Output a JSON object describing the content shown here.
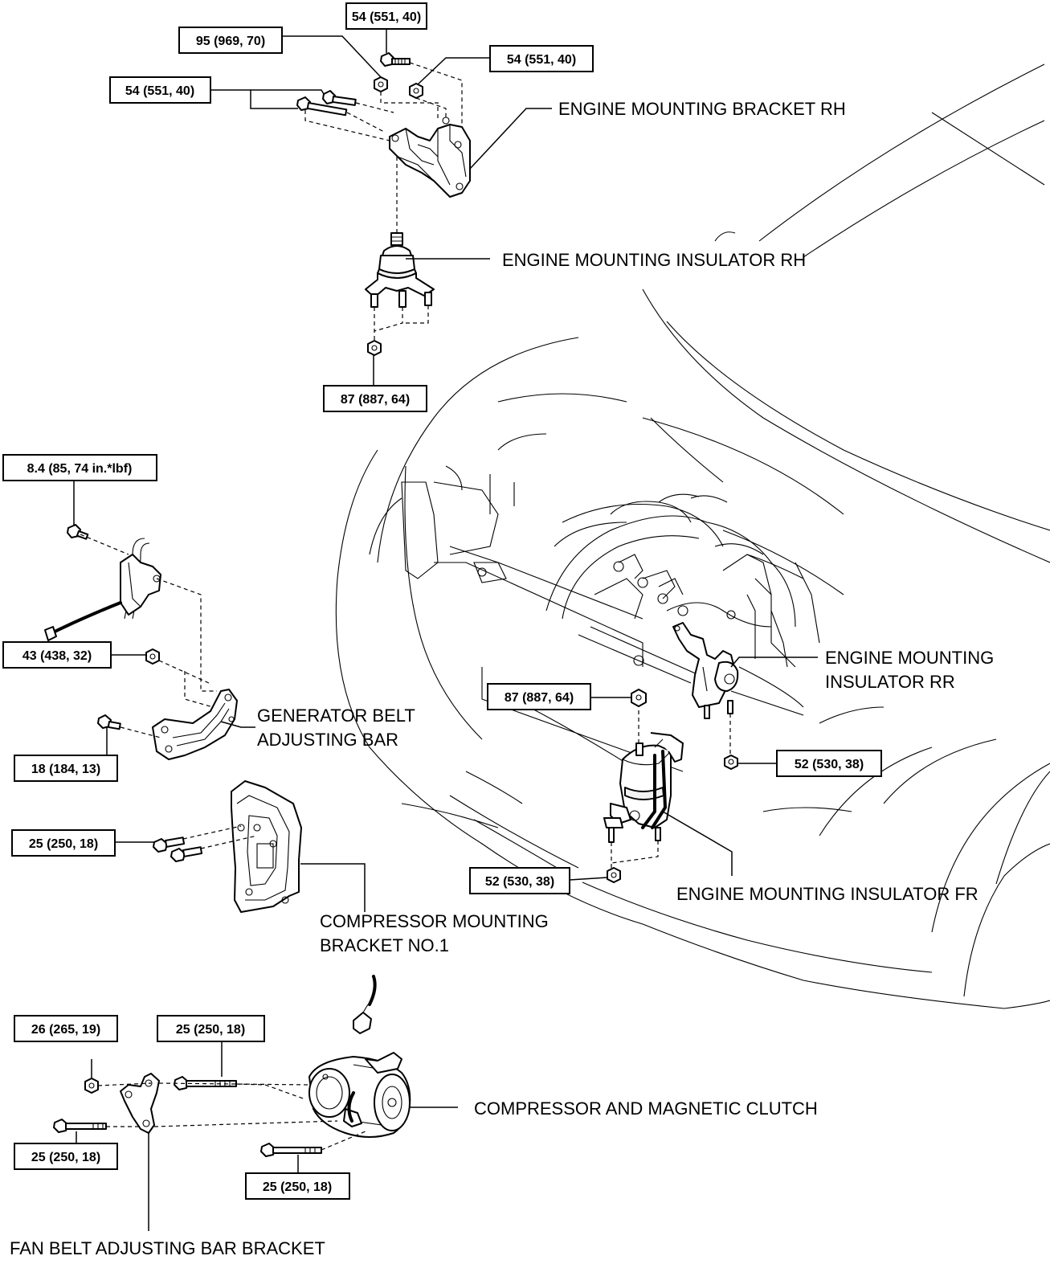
{
  "labels": {
    "engine_mounting_bracket_rh": "ENGINE MOUNTING BRACKET RH",
    "engine_mounting_insulator_rh": "ENGINE MOUNTING INSULATOR RH",
    "generator_belt_adjusting_bar_1": "GENERATOR BELT",
    "generator_belt_adjusting_bar_2": "ADJUSTING BAR",
    "engine_mounting_insulator_rr_1": "ENGINE MOUNTING",
    "engine_mounting_insulator_rr_2": "INSULATOR RR",
    "engine_mounting_insulator_fr": "ENGINE MOUNTING INSULATOR FR",
    "compressor_mounting_bracket_1": "COMPRESSOR MOUNTING",
    "compressor_mounting_bracket_2": "BRACKET NO.1",
    "compressor_and_magnetic_clutch": "COMPRESSOR AND MAGNETIC CLUTCH",
    "fan_belt_adjusting_bar_bracket": "FAN BELT ADJUSTING BAR BRACKET"
  },
  "torque": {
    "rh_top_bolt": "54 (551, 40)",
    "rh_nut_left": "95 (969, 70)",
    "rh_nut_right": "54 (551, 40)",
    "rh_bolts_left": "54 (551, 40)",
    "rh_insulator_nut": "87 (887, 64)",
    "gen_top_bolt": "8.4 (85, 74 in.*lbf)",
    "gen_nut": "43 (438, 32)",
    "gen_bolt": "18 (184, 13)",
    "rr_nut_top": "87 (887, 64)",
    "rr_nut_bottom": "52 (530, 38)",
    "fr_nut": "52 (530, 38)",
    "comp_bracket_bolts": "25 (250, 18)",
    "fan_nut": "26 (265, 19)",
    "fan_bolt_top": "25 (250, 18)",
    "fan_bolt_left": "25 (250, 18)",
    "comp_bolt_bottom": "25 (250, 18)"
  }
}
